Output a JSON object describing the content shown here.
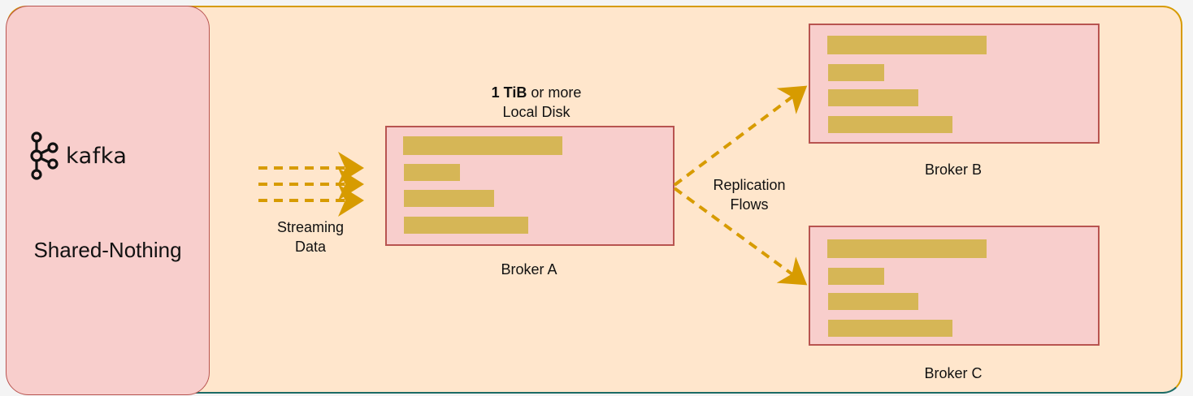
{
  "diagram": {
    "left_panel": {
      "logo_icon": "kafka-icon",
      "logo_text": "kafka",
      "title": "Shared-Nothing"
    },
    "streaming": {
      "label_line1": "Streaming",
      "label_line2": "Data",
      "arrow_count": 3
    },
    "broker_a": {
      "disk_bold": "1 TiB",
      "disk_rest": " or more",
      "disk_line2": "Local Disk",
      "name": "Broker A"
    },
    "replication": {
      "label_line1": "Replication",
      "label_line2": "Flows"
    },
    "broker_b": {
      "name": "Broker B"
    },
    "broker_c": {
      "name": "Broker C"
    },
    "colors": {
      "outer_fill": "#ffe6cc",
      "outer_stroke": "#d79b00",
      "broker_fill": "#f8cecc",
      "broker_stroke": "#b85450",
      "bar_fill": "#d6b656",
      "arrow": "#d79b00"
    }
  }
}
